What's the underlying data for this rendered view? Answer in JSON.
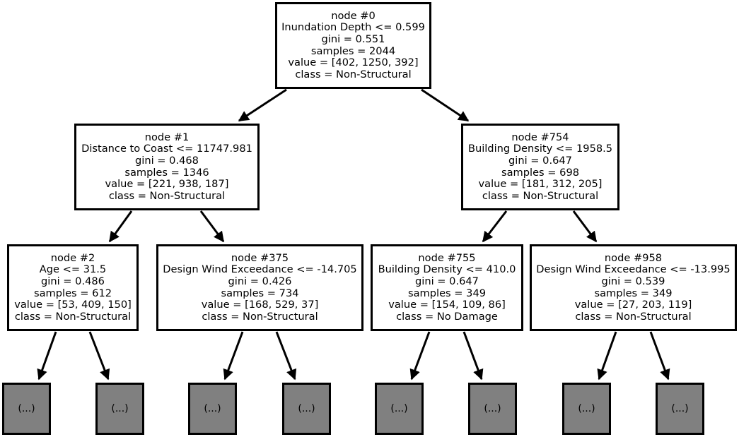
{
  "nodes": {
    "n0": {
      "id": "node #0",
      "split": "Inundation Depth <= 0.599",
      "gini": "gini = 0.551",
      "samples": "samples = 2044",
      "value": "value = [402, 1250, 392]",
      "class": "class = Non-Structural"
    },
    "n1": {
      "id": "node #1",
      "split": "Distance to Coast <= 11747.981",
      "gini": "gini = 0.468",
      "samples": "samples = 1346",
      "value": "value = [221, 938, 187]",
      "class": "class = Non-Structural"
    },
    "n754": {
      "id": "node #754",
      "split": "Building Density <= 1958.5",
      "gini": "gini = 0.647",
      "samples": "samples = 698",
      "value": "value = [181, 312, 205]",
      "class": "class = Non-Structural"
    },
    "n2": {
      "id": "node #2",
      "split": "Age <= 31.5",
      "gini": "gini = 0.486",
      "samples": "samples = 612",
      "value": "value = [53, 409, 150]",
      "class": "class = Non-Structural"
    },
    "n375": {
      "id": "node #375",
      "split": "Design Wind Exceedance <= -14.705",
      "gini": "gini = 0.426",
      "samples": "samples = 734",
      "value": "value = [168, 529, 37]",
      "class": "class = Non-Structural"
    },
    "n755": {
      "id": "node #755",
      "split": "Building Density <= 410.0",
      "gini": "gini = 0.647",
      "samples": "samples = 349",
      "value": "value = [154, 109, 86]",
      "class": "class = No Damage"
    },
    "n958": {
      "id": "node #958",
      "split": "Design Wind Exceedance <= -13.995",
      "gini": "gini = 0.539",
      "samples": "samples = 349",
      "value": "value = [27, 203, 119]",
      "class": "class = Non-Structural"
    }
  },
  "leaf_label": "(...)",
  "colors": {
    "leaf_fill": "#808080",
    "border": "#000000",
    "background": "#ffffff"
  }
}
